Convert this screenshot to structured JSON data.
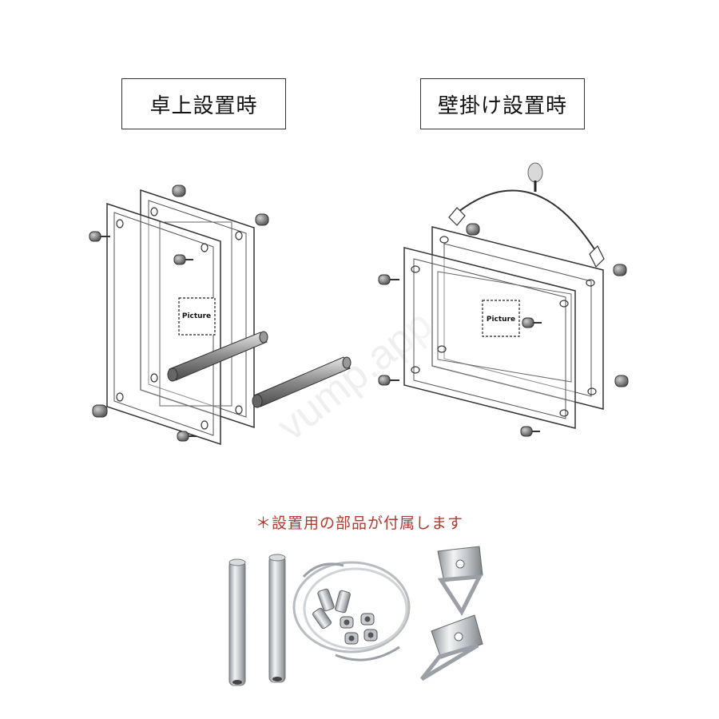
{
  "labels": {
    "tabletop": "卓上設置時",
    "wall": "壁掛け設置時"
  },
  "picture_text": "Picture",
  "note": "＊設置用の部品が付属します",
  "watermark": "vump.app",
  "colors": {
    "note": "#b03a2e",
    "outline": "#333333",
    "metal": "#bfc3c7"
  }
}
